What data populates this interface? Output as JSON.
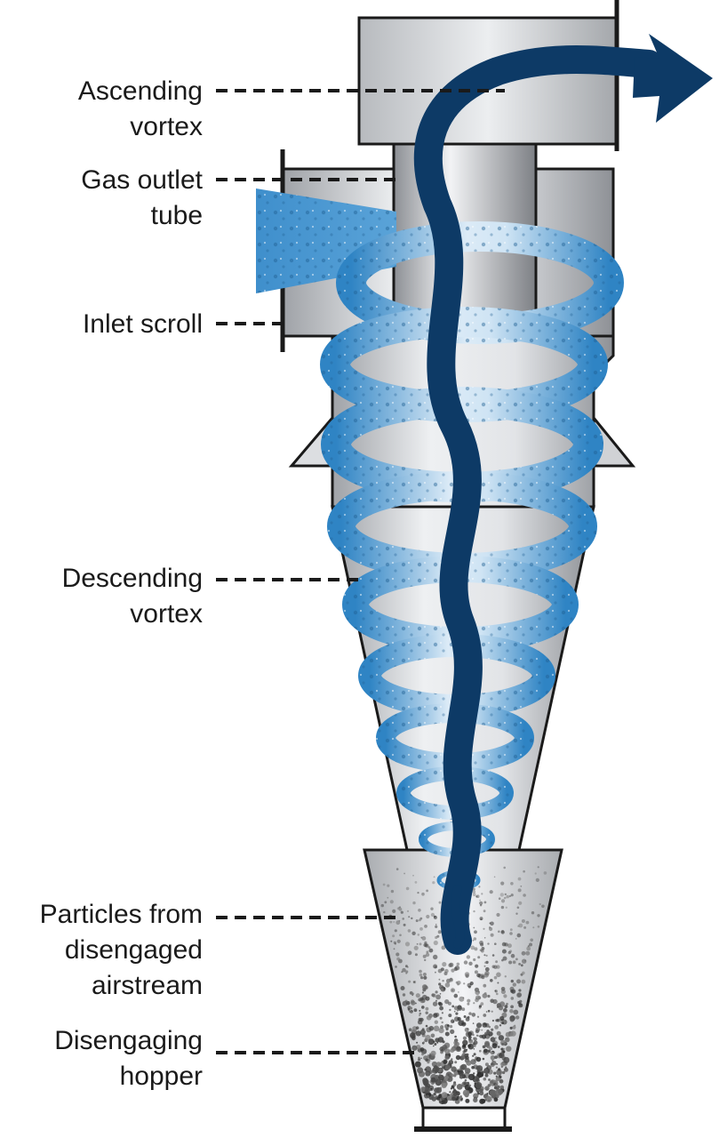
{
  "labels": {
    "ascending_vortex": [
      "Ascending",
      "vortex"
    ],
    "gas_outlet_tube": [
      "Gas outlet",
      "tube"
    ],
    "inlet_scroll": [
      "Inlet scroll"
    ],
    "descending_vortex": [
      "Descending",
      "vortex"
    ],
    "particles": [
      "Particles from",
      "disengaged",
      "airstream"
    ],
    "hopper": [
      "Disengaging",
      "hopper"
    ]
  },
  "colors": {
    "flow_dark": "#0d3a66",
    "flow_light": "#3d8fcb",
    "flow_pale": "#cfe4f4",
    "metal_light": "#e4e6e9",
    "metal_dark": "#9a9da2",
    "outline": "#1a1a1a"
  }
}
